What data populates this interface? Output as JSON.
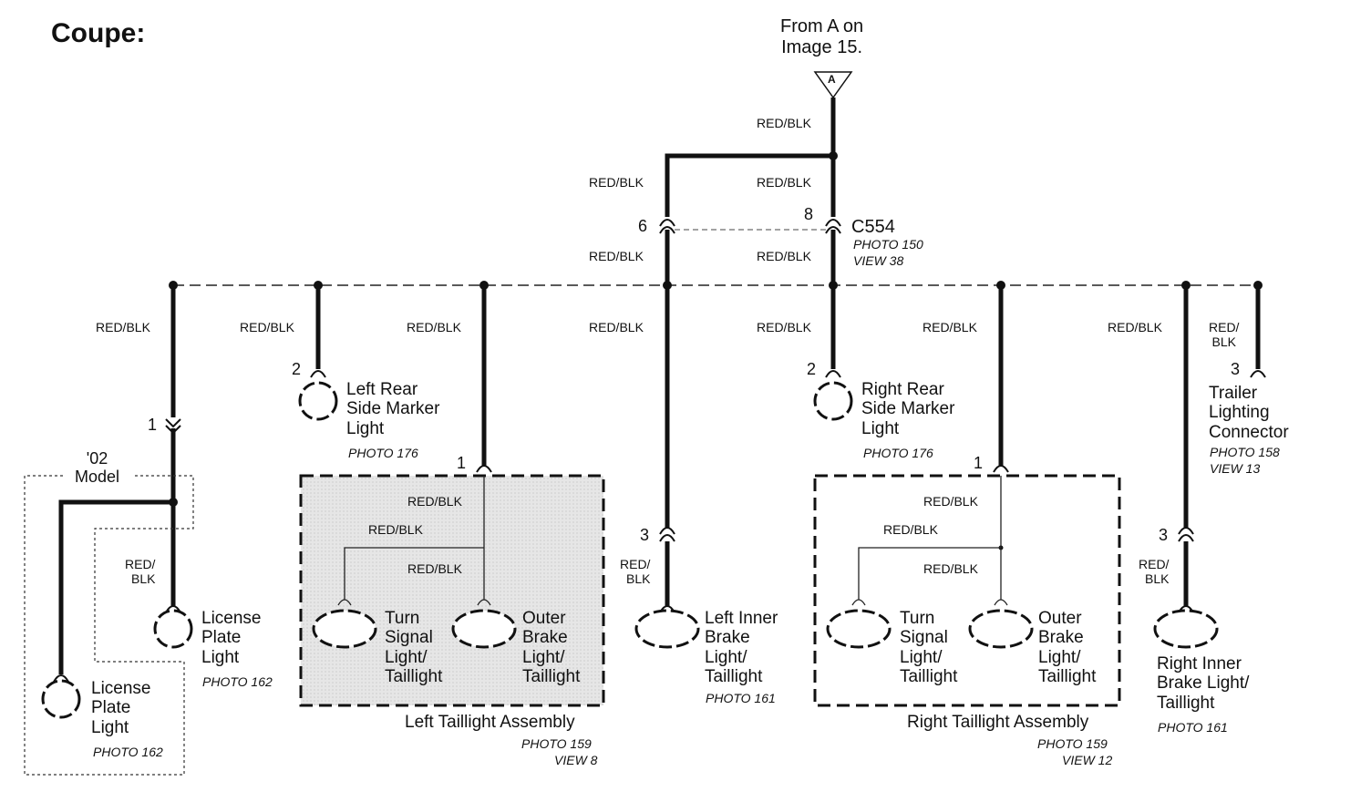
{
  "title": "Coupe:",
  "from_note": "From A on\nImage 15.",
  "connector_letter": "A",
  "wire_color": "RED/BLK",
  "wire_color_split": "RED/\nBLK",
  "connector": {
    "name": "C554",
    "photo": "PHOTO 150",
    "view": "VIEW 38",
    "pin_left": "6",
    "pin_right": "8"
  },
  "model_note": "'02\nModel",
  "components": {
    "license_plate_light_main": {
      "pin": "1",
      "name": "License\nPlate\nLight",
      "photo": "PHOTO 162"
    },
    "license_plate_light_02": {
      "name": "License\nPlate\nLight",
      "photo": "PHOTO 162"
    },
    "left_rear_side_marker": {
      "pin": "2",
      "name": "Left Rear\nSide Marker\nLight",
      "photo": "PHOTO 176"
    },
    "left_taillight_assembly": {
      "pin": "1",
      "name": "Left Taillight Assembly",
      "photo": "PHOTO 159",
      "view": "VIEW 8",
      "turn": "Turn\nSignal\nLight/\nTaillight",
      "brake": "Outer\nBrake\nLight/\nTaillight"
    },
    "left_inner_brake": {
      "pin": "3",
      "name": "Left Inner\nBrake\nLight/\nTaillight",
      "photo": "PHOTO 161"
    },
    "right_rear_side_marker": {
      "pin": "2",
      "name": "Right Rear\nSide Marker\nLight",
      "photo": "PHOTO 176"
    },
    "right_taillight_assembly": {
      "pin": "1",
      "name": "Right Taillight Assembly",
      "photo": "PHOTO 159",
      "view": "VIEW 12",
      "turn": "Turn\nSignal\nLight/\nTaillight",
      "brake": "Outer\nBrake\nLight/\nTaillight"
    },
    "right_inner_brake": {
      "pin": "3",
      "name": "Right Inner\nBrake Light/\nTaillight",
      "photo": "PHOTO 161"
    },
    "trailer_connector": {
      "pin": "3",
      "name": "Trailer\nLighting\nConnector",
      "photo": "PHOTO 158",
      "view": "VIEW 13"
    }
  }
}
